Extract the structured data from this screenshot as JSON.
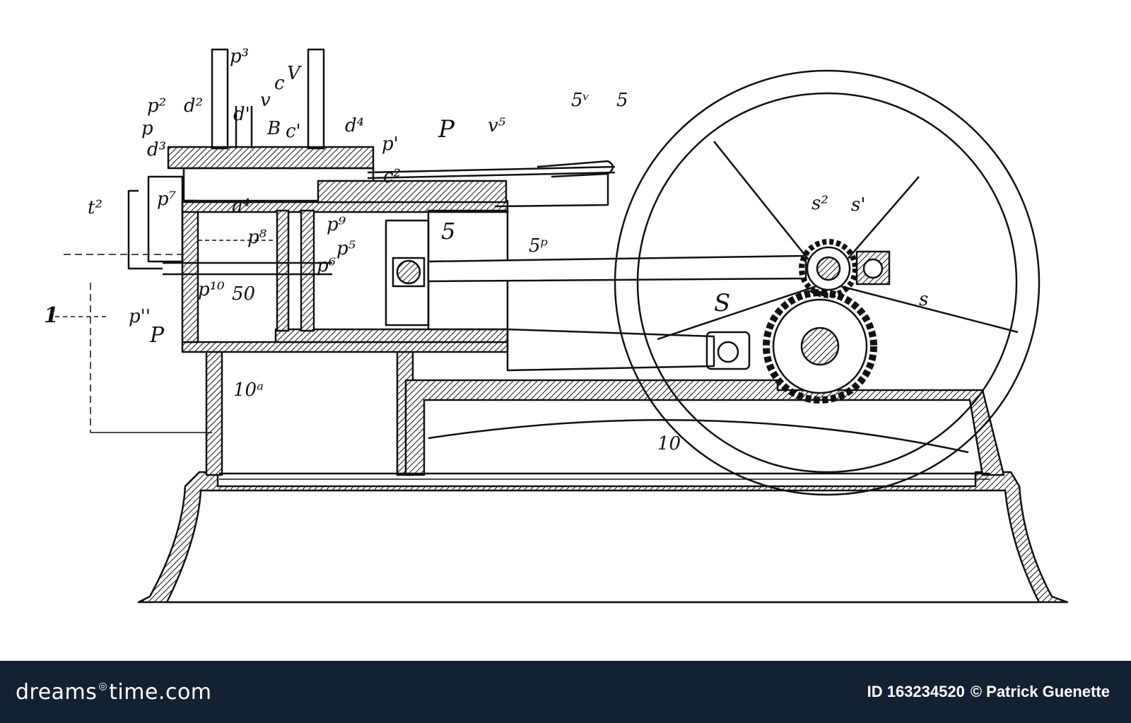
{
  "diagram": {
    "labels": {
      "p3": "p³",
      "p2": "p²",
      "d2": "d²",
      "d_prime": "d'",
      "v": "v",
      "c": "c",
      "V": "V",
      "B": "B",
      "c_prime": "c'",
      "d4": "d⁴",
      "p_prime": "p'",
      "P_upper": "P",
      "v5": "v⁵",
      "5v": "5ᵛ",
      "5_top": "5",
      "p_left": "p",
      "d3": "d³",
      "c2": "c²",
      "t2": "t²",
      "p7": "p⁷",
      "a4": "a⁴",
      "p9": "p⁹",
      "p8": "p⁸",
      "p5": "p⁵",
      "5_cross": "5",
      "5p": "5ᵖ",
      "s2": "s²",
      "s_prime": "s'",
      "p6": "p⁶",
      "p10": "p¹⁰",
      "50": "50",
      "s_lower": "s",
      "S": "S",
      "p11": "p''",
      "P_lower": "P",
      "arrow_1": "1",
      "10a": "10ᵃ",
      "10": "10"
    }
  },
  "footer": {
    "brand_left": "dreams",
    "brand_right": "time.com",
    "image_id": "ID 163234520",
    "credit": "© Patrick Guenette"
  },
  "colors": {
    "footer_bg": "#132132",
    "ink": "#111111"
  }
}
